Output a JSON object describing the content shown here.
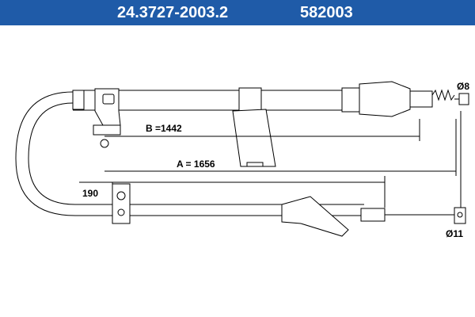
{
  "header": {
    "part_number": "24.3727-2003.2",
    "code": "582003",
    "colors": {
      "background": "#1f5ba8",
      "text": "#ffffff"
    }
  },
  "drawing": {
    "dimensions": {
      "b": "B =1442",
      "a": "A = 1656",
      "offset": "190",
      "diameter_end_top": "Ø8",
      "diameter_end_bottom": "Ø11"
    }
  }
}
